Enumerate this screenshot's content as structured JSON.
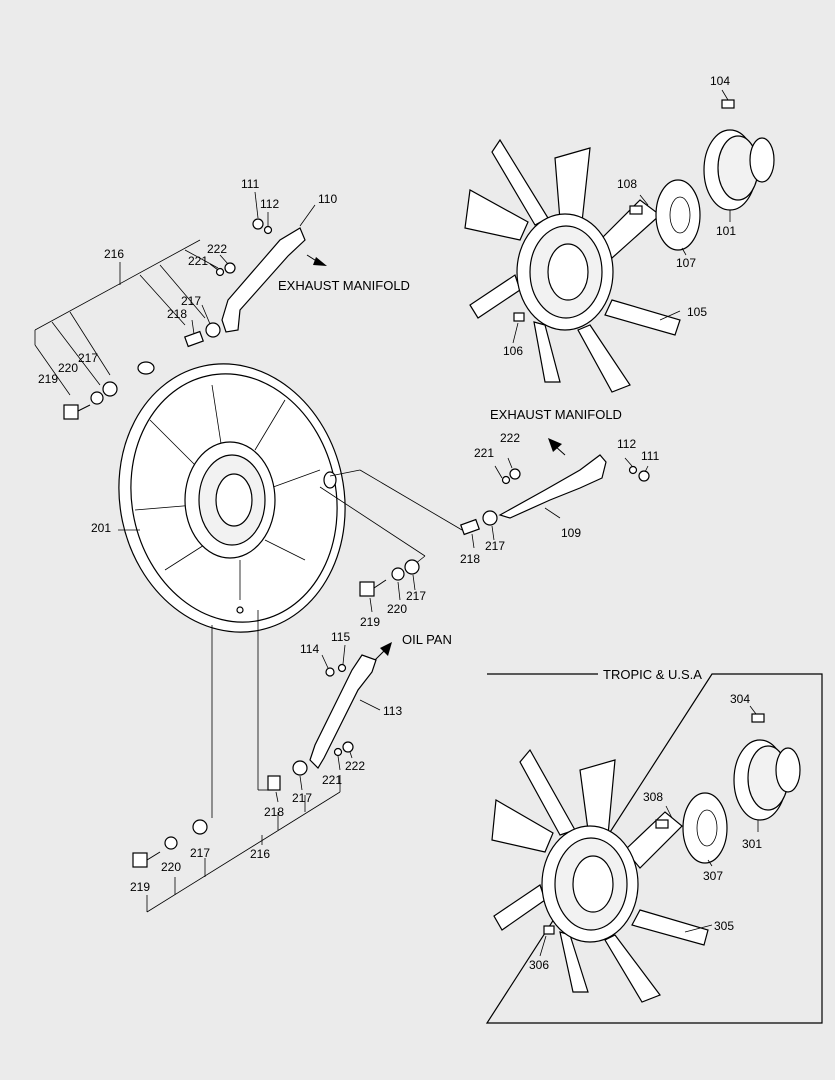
{
  "notes": {
    "exhaust_manifold_top": "EXHAUST MANIFOLD",
    "exhaust_manifold_mid": "EXHAUST MANIFOLD",
    "oil_pan": "OIL PAN",
    "tropic_box_title": "TROPIC & U.S.A"
  },
  "callouts": {
    "p104": "104",
    "p108": "108",
    "p107": "107",
    "p101": "101",
    "p105": "105",
    "p106": "106",
    "p111a": "111",
    "p112a": "112",
    "p110": "110",
    "p216a": "216",
    "p222a": "222",
    "p221a": "221",
    "p217a": "217",
    "p218a": "218",
    "p217b": "217",
    "p220a": "220",
    "p219a": "219",
    "p201": "201",
    "p222b": "222",
    "p221b": "221",
    "p112b": "112",
    "p111b": "111",
    "p109": "109",
    "p218b": "218",
    "p217c": "217",
    "p219b": "219",
    "p220b": "220",
    "p217d": "217",
    "p114": "114",
    "p115": "115",
    "p113": "113",
    "p221c": "221",
    "p222c": "222",
    "p217e": "217",
    "p218c": "218",
    "p216b": "216",
    "p217f": "217",
    "p220c": "220",
    "p219c": "219",
    "p304": "304",
    "p308": "308",
    "p307": "307",
    "p301": "301",
    "p305": "305",
    "p306": "306"
  }
}
